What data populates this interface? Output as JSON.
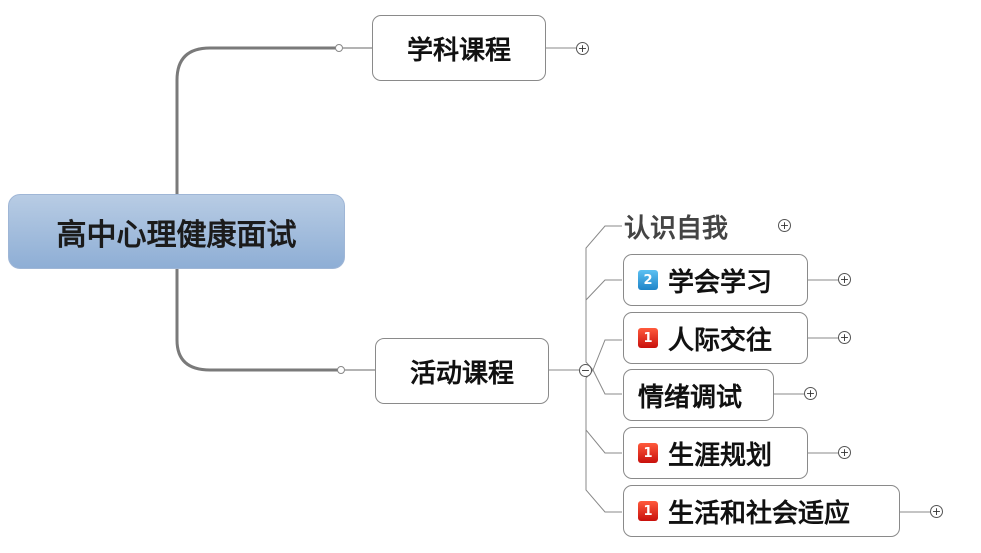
{
  "root": {
    "label": "高中心理健康面试"
  },
  "branches": [
    {
      "label": "学科课程",
      "collapsed": true
    },
    {
      "label": "活动课程",
      "collapsed": false,
      "children": [
        {
          "label": "认识自我",
          "badge": "",
          "collapsed": true
        },
        {
          "label": "学会学习",
          "badge": "2",
          "badge_color": "#1f84c8",
          "collapsed": true
        },
        {
          "label": "人际交往",
          "badge": "1",
          "badge_color": "#c8100c",
          "collapsed": true
        },
        {
          "label": "情绪调试",
          "badge": "",
          "collapsed": true
        },
        {
          "label": "生涯规划",
          "badge": "1",
          "badge_color": "#c8100c",
          "collapsed": true
        },
        {
          "label": "生活和社会适应",
          "badge": "1",
          "badge_color": "#c8100c",
          "collapsed": true
        }
      ]
    }
  ],
  "toggle_symbols": {
    "expand": "+",
    "collapse": "−"
  }
}
